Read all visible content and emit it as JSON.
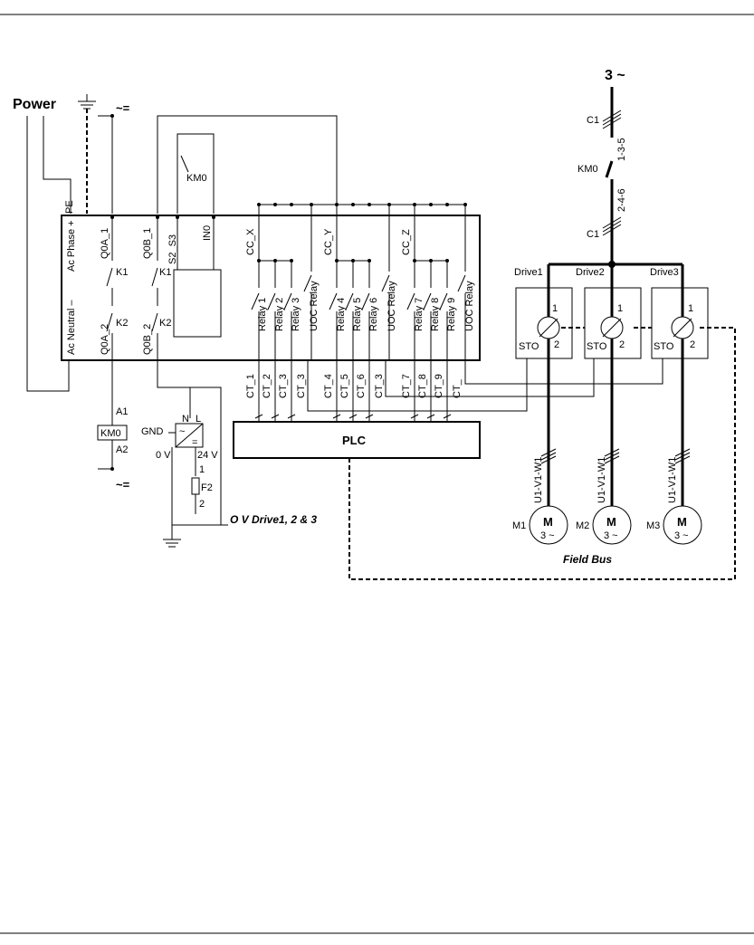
{
  "power": {
    "title": "Power",
    "ac_symbol": "~=",
    "pe": "PE",
    "ac_phase": "Ac Phase +",
    "ac_neutral": "Ac Neutral –"
  },
  "controller": {
    "inputs_top": [
      "Q0A_1",
      "Q0B_1",
      "S2_S3",
      "IN0"
    ],
    "inputs_bottom": [
      "Q0A_2",
      "Q0B_2"
    ],
    "contacts": [
      "K1",
      "K1",
      "K2",
      "K2"
    ],
    "km0": "KM0",
    "cc": [
      "CC_X",
      "CC_Y",
      "CC_Z"
    ],
    "relays": [
      "Relay 1",
      "Relay 2",
      "Relay 3",
      "UOC Relay",
      "Relay 4",
      "Relay 5",
      "Relay 6",
      "UOC Relay",
      "Relay 7",
      "Relay 8",
      "Relay 9",
      "UOC Relay"
    ],
    "ct": [
      "CT_1",
      "CT_2",
      "CT_3",
      "CT_3",
      "CT_4",
      "CT_5",
      "CT_6",
      "CT_3",
      "CT_7",
      "CT_8",
      "CT_9",
      "CT_"
    ]
  },
  "coil": {
    "a1": "A1",
    "label": "KM0",
    "a2": "A2",
    "ac_symbol": "~="
  },
  "psu": {
    "gnd": "GND",
    "n": "N",
    "l": "L",
    "ac": "~",
    "dc": "=",
    "zero_v": "0 V",
    "v24": "24 V",
    "f2": "F2",
    "pin1": "1",
    "pin2": "2",
    "note": "O V Drive1, 2 & 3"
  },
  "plc": {
    "label": "PLC"
  },
  "supply": {
    "label": "3 ~",
    "c1": "C1",
    "km0": "KM0",
    "t1": "1-3-5",
    "t2": "2-4-6",
    "c1b": "C1"
  },
  "drives": [
    {
      "label": "Drive1",
      "pin1": "1",
      "sto": "STO",
      "pin2": "2"
    },
    {
      "label": "Drive2",
      "pin1": "1",
      "sto": "STO",
      "pin2": "2"
    },
    {
      "label": "Drive3",
      "pin1": "1",
      "sto": "STO",
      "pin2": "2"
    }
  ],
  "motors": [
    {
      "label": "M1",
      "cable": "U1-V1-W1",
      "m": "M",
      "phase": "3 ~"
    },
    {
      "label": "M2",
      "cable": "U1-V1-W1",
      "m": "M",
      "phase": "3 ~"
    },
    {
      "label": "M3",
      "cable": "U1-V1-W1",
      "m": "M",
      "phase": "3 ~"
    }
  ],
  "fieldbus": {
    "label": "Field Bus"
  }
}
